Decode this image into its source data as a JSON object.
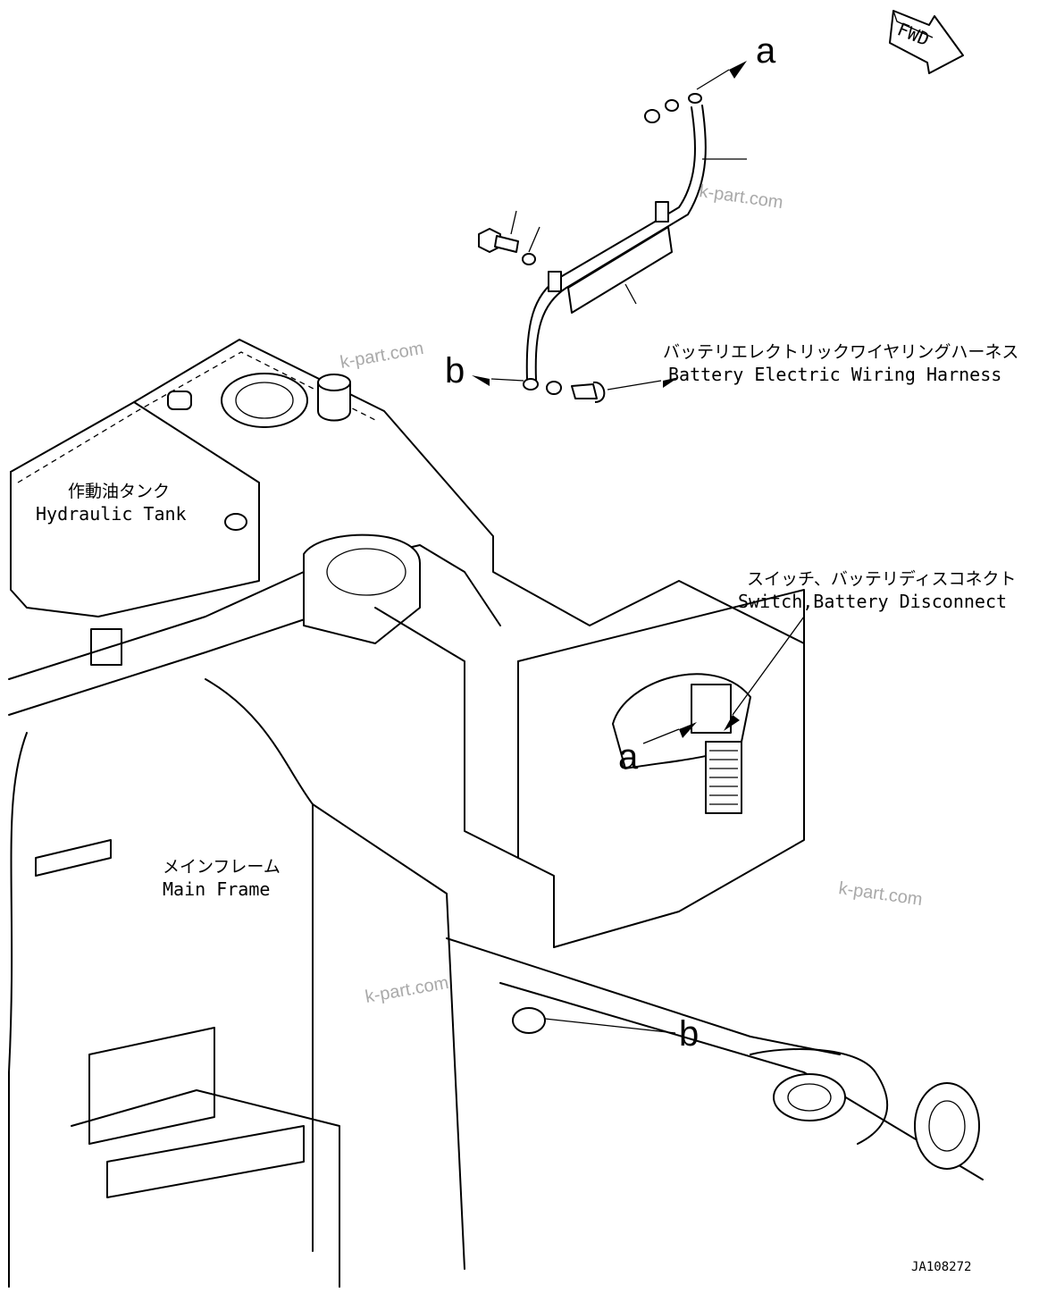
{
  "fwd_label": "FWD",
  "callouts": {
    "a_top": "a",
    "b_top": "b",
    "a_switch": "a",
    "b_frame": "b"
  },
  "labels": {
    "harness_jp": "バッテリエレクトリックワイヤリングハーネス",
    "harness_en": "Battery Electric Wiring Harness",
    "switch_jp": "スイッチ、バッテリディスコネクト",
    "switch_en": "Switch,Battery Disconnect",
    "tank_jp": "作動油タンク",
    "tank_en": "Hydraulic Tank",
    "frame_jp": "メインフレーム",
    "frame_en": "Main Frame"
  },
  "watermarks": [
    "k-part.com",
    "k-part.com",
    "k-part.com",
    "k-part.com"
  ],
  "drawing_number": "JA108272"
}
